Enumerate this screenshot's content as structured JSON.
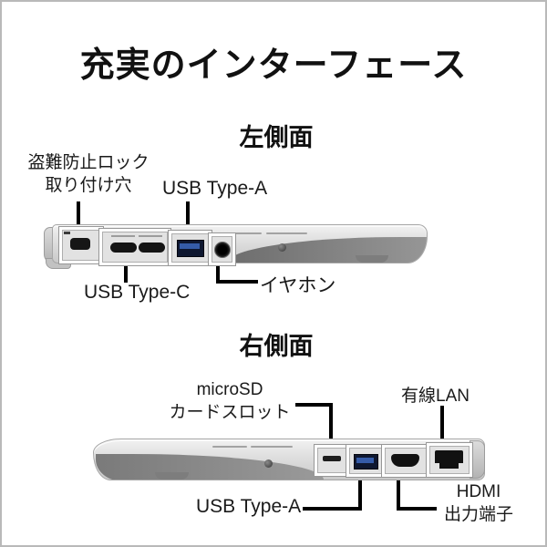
{
  "title": "充実のインターフェース",
  "sections": {
    "left": {
      "heading": "左側面",
      "labels": {
        "lock_line1": "盗難防止ロック",
        "lock_line2": "取り付け穴",
        "usb_a": "USB Type-A",
        "usb_c": "USB Type-C",
        "earphone": "イヤホン"
      },
      "ports": [
        "security-lock-slot",
        "usb-type-c-x2",
        "usb-type-a",
        "earphone-jack"
      ]
    },
    "right": {
      "heading": "右側面",
      "labels": {
        "microsd_line1": "microSD",
        "microsd_line2": "カードスロット",
        "lan": "有線LAN",
        "usb_a": "USB Type-A",
        "hdmi_line1": "HDMI",
        "hdmi_line2": "出力端子"
      },
      "ports": [
        "microsd-card-slot",
        "usb-type-a",
        "hdmi-out",
        "wired-lan"
      ]
    }
  },
  "colors": {
    "background": "#ffffff",
    "frame_border": "#b9b9b9",
    "text": "#111111",
    "leader_line": "#000000",
    "laptop_body_light": "#f2f2f2",
    "laptop_body_dark": "#c9c9c9",
    "laptop_swoosh": "#6d6d6d",
    "highlight_box_border": "#ffffff",
    "usb_port_navy": "#0e1730",
    "usb_tab_blue": "#355ba8",
    "port_black": "#141414"
  }
}
